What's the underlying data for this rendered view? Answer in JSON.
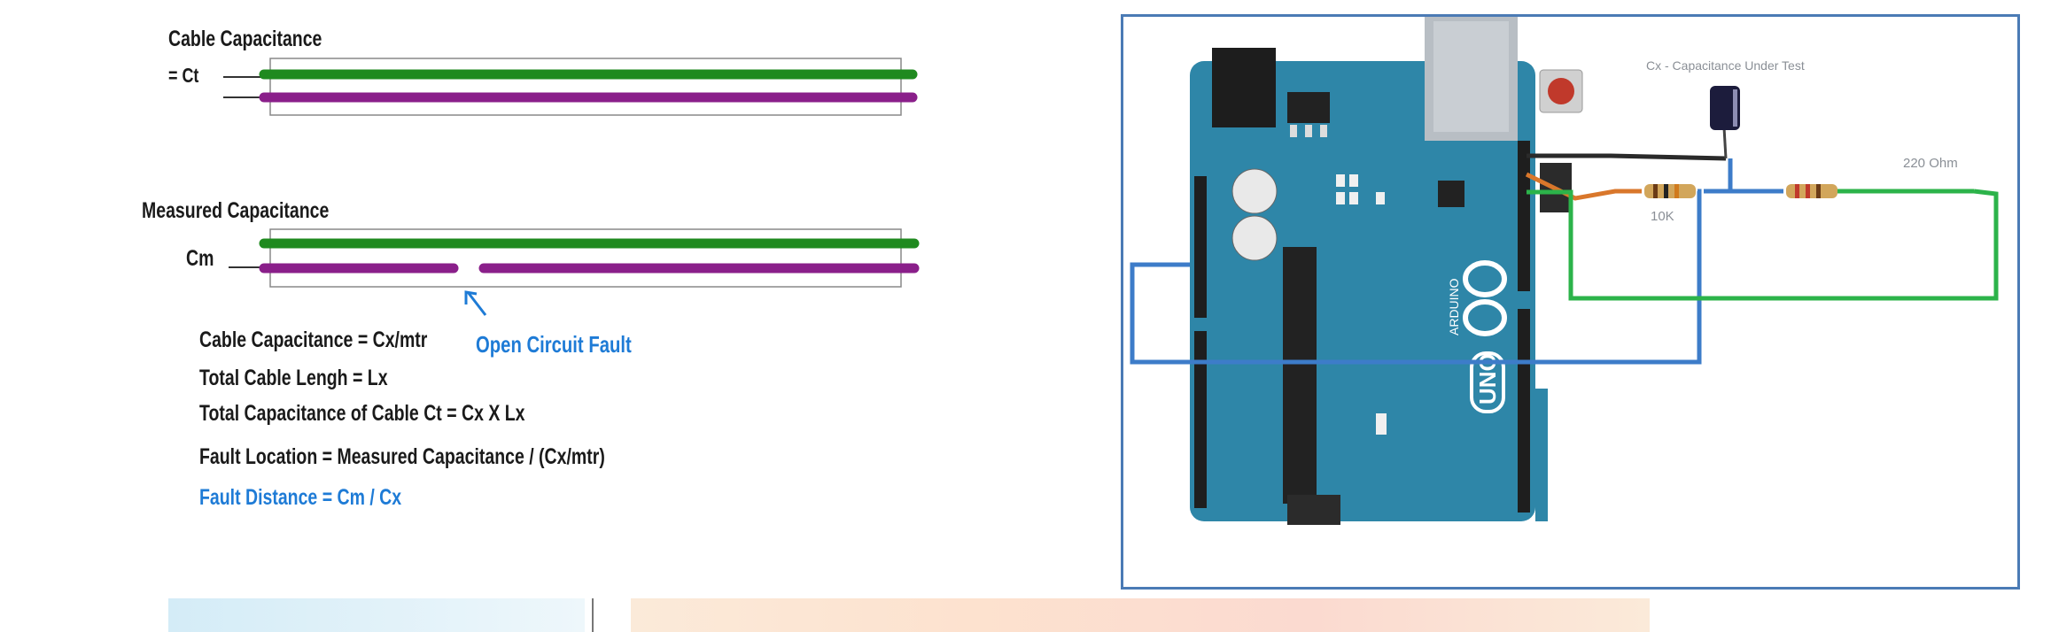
{
  "left_diagram": {
    "top_title": "Cable Capacitance",
    "top_ct": "= Ct",
    "bottom_title": "Measured Capacitance",
    "bottom_cm": "Cm",
    "fault_label": "Open Circuit Fault",
    "formulas": [
      "Cable Capacitance = Cx/mtr",
      "Total Cable Lengh = Lx",
      "Total Capacitance of Cable Ct = Cx X Lx",
      "Fault Location = Measured Capacitance / (Cx/mtr)"
    ],
    "result": "Fault Distance = Cm / Cx",
    "colors": {
      "conductor_a": "#1f8a1f",
      "conductor_b": "#8a1f8a",
      "accent": "#1e7bd6"
    }
  },
  "circuit": {
    "cap_label": "Cx - Capacitance Under Test",
    "r220_label": "220 Ohm",
    "r10k_label": "10K",
    "board_logo": "UNO",
    "board_brand": "ARDUINO",
    "colors": {
      "board": "#2e86a8",
      "frame": "#4b7bb5",
      "wire_blue": "#3d7cc9",
      "wire_green": "#2cb34a",
      "wire_orange": "#d9772b",
      "wire_black": "#2a2a2a"
    }
  }
}
